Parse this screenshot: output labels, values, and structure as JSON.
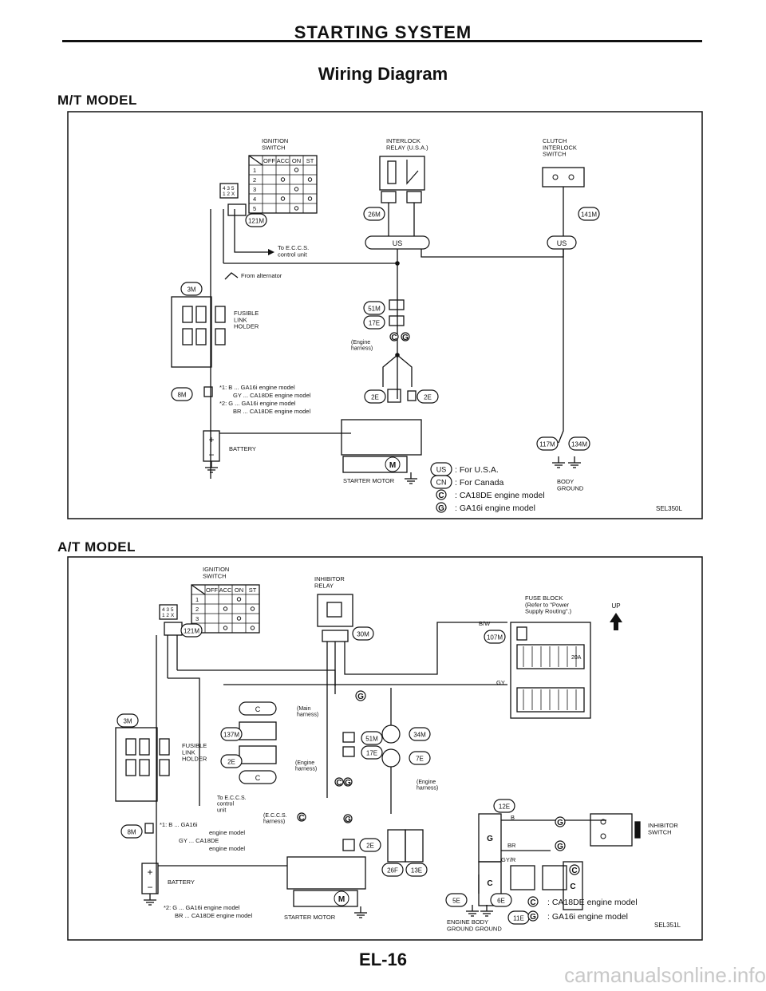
{
  "header": {
    "section_title": "STARTING SYSTEM",
    "diagram_title": "Wiring Diagram",
    "page_number": "EL-16",
    "watermark": "carmanualsonline.info"
  },
  "mt": {
    "model_label": "M/T MODEL",
    "ignition_switch": "IGNITION\nSWITCH",
    "switch_cols": [
      "OFF",
      "ACC",
      "ON",
      "ST"
    ],
    "switch_rows": [
      "1",
      "2",
      "3",
      "4",
      "5"
    ],
    "connector_pins": "4 3 5\n1 2 X",
    "interlock_relay": "INTERLOCK\nRELAY (U.S.A.)",
    "clutch_switch": "CLUTCH\nINTERLOCK\nSWITCH",
    "to_eccs": "To E.C.C.S.\ncontrol unit",
    "from_alternator": "From alternator",
    "fusible_link": "FUSIBLE\nLINK\nHOLDER",
    "engine_harness": "(Engine\nharness)",
    "battery": "BATTERY",
    "starter_motor": "STARTER MOTOR",
    "body_ground": "BODY\nGROUND",
    "notes": [
      "*1: B  ... GA16i engine model",
      "GY ... CA18DE engine model",
      "*2: G  ... GA16i engine model",
      "BR ... CA18DE engine model"
    ],
    "legend": [
      {
        "code": "US",
        "text": ": For U.S.A."
      },
      {
        "code": "CN",
        "text": ": For Canada"
      },
      {
        "code": "C",
        "text": ": CA18DE engine model"
      },
      {
        "code": "G",
        "text": ": GA16i engine model"
      }
    ],
    "ref": "SEL350L",
    "connectors": [
      "3M",
      "8M",
      "121M",
      "26M",
      "51M",
      "17E",
      "2E",
      "141M",
      "117M",
      "134M"
    ],
    "us_label": "US"
  },
  "at": {
    "model_label": "A/T MODEL",
    "ignition_switch": "IGNITION\nSWITCH",
    "switch_cols": [
      "OFF",
      "ACC",
      "ON",
      "ST"
    ],
    "switch_rows": [
      "1",
      "2",
      "3",
      "4"
    ],
    "connector_pins": "4 3 5\n1 2 X",
    "inhibitor_relay": "INHIBITOR\nRELAY",
    "fuse_block": "FUSE BLOCK\n(Refer to \"Power\nSupply Routing\".)",
    "up": "UP",
    "fuse_rating": "20A",
    "main_harness": "(Main\nharness)",
    "engine_harness": "(Engine\nharness)",
    "engine_harness2": "(Engine\nharness)",
    "eccs_harness": "(E.C.C.S.\nharness)",
    "to_eccs": "To E.C.C.S.\ncontrol\nunit",
    "fusible_link": "FUSIBLE\nLINK\nHOLDER",
    "battery": "BATTERY",
    "starter_motor": "STARTER MOTOR",
    "inhibitor_switch": "INHIBITOR\nSWITCH",
    "grounds": "ENGINE  BODY\nGROUND  GROUND",
    "notes1": [
      "*1: B  ...  GA16i",
      "engine model",
      "GY ...  CA18DE",
      "engine model"
    ],
    "notes2": [
      "*2: G  ...  GA16i engine model",
      "BR ...  CA18DE engine model"
    ],
    "legend": [
      {
        "code": "C",
        "text": ": CA18DE engine model"
      },
      {
        "code": "G",
        "text": ": GA16i engine model"
      }
    ],
    "ref": "SEL351L",
    "connectors": [
      "3M",
      "8M",
      "121M",
      "30M",
      "137M",
      "2E",
      "51M",
      "17E",
      "34M",
      "7E",
      "107M",
      "12E",
      "11E",
      "26F",
      "13E",
      "5E",
      "6E"
    ],
    "wire_labels": [
      "B/W",
      "GY",
      "B",
      "BR",
      "GY/R",
      "C",
      "B"
    ]
  }
}
